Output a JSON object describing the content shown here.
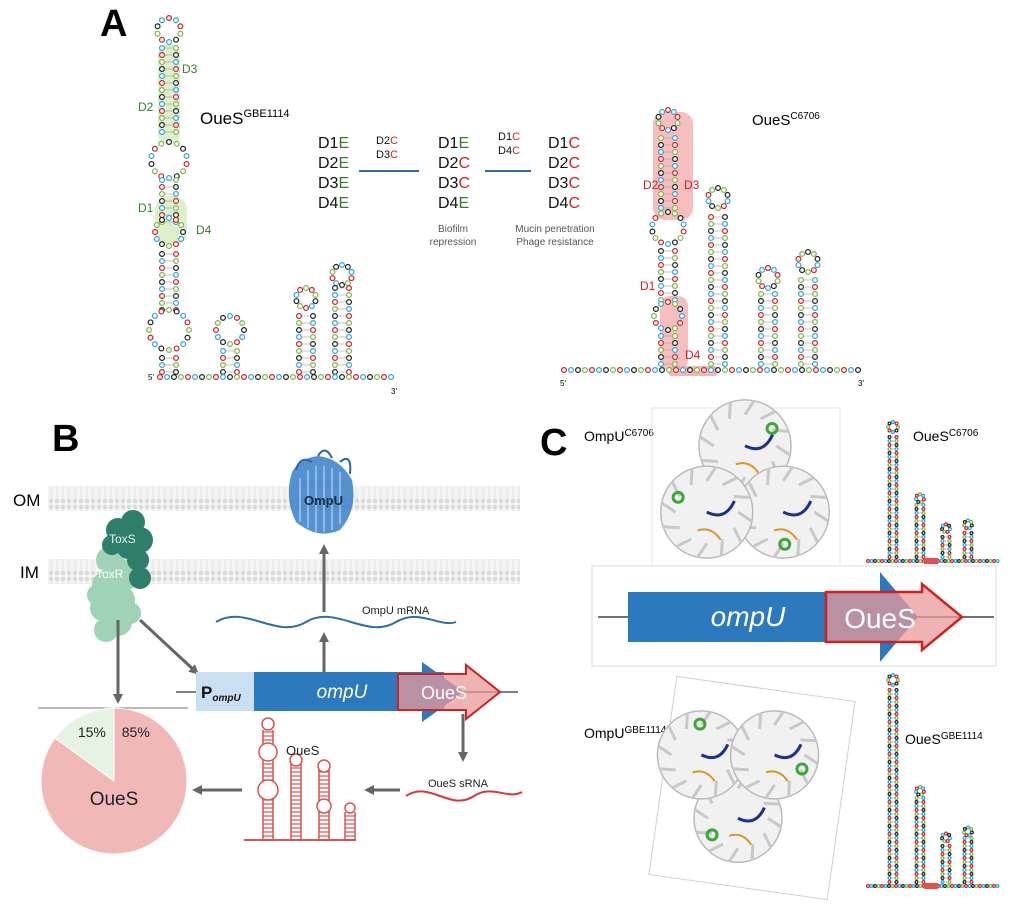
{
  "panels": {
    "a": {
      "letter": "A",
      "left_structure": {
        "name": "OueS",
        "strain": "GBE1114",
        "domain_labels": [
          "D3",
          "D2",
          "D1",
          "D4"
        ],
        "five_prime": "5'",
        "three_prime": "3'"
      },
      "right_structure": {
        "name": "OueS",
        "strain": "C6706",
        "domain_labels": [
          "D2",
          "D3",
          "D1",
          "D4"
        ],
        "five_prime": "5'",
        "three_prime": "3'"
      },
      "scheme": {
        "col1": [
          {
            "d": "D1",
            "v": "E"
          },
          {
            "d": "D2",
            "v": "E"
          },
          {
            "d": "D3",
            "v": "E"
          },
          {
            "d": "D4",
            "v": "E"
          }
        ],
        "swap1": [
          {
            "d": "D2",
            "v": "C"
          },
          {
            "d": "D3",
            "v": "C"
          }
        ],
        "col2": [
          {
            "d": "D1",
            "v": "E"
          },
          {
            "d": "D2",
            "v": "C"
          },
          {
            "d": "D3",
            "v": "C"
          },
          {
            "d": "D4",
            "v": "E"
          }
        ],
        "swap2": [
          {
            "d": "D1",
            "v": "C"
          },
          {
            "d": "D4",
            "v": "C"
          }
        ],
        "col3": [
          {
            "d": "D1",
            "v": "C"
          },
          {
            "d": "D2",
            "v": "C"
          },
          {
            "d": "D3",
            "v": "C"
          },
          {
            "d": "D4",
            "v": "C"
          }
        ],
        "phenotype1": [
          "Biofilm",
          "repression"
        ],
        "phenotype2": [
          "Mucin penetration",
          "Phage resistance"
        ]
      },
      "colors": {
        "E": "#3a7d2c",
        "C": "#d21f26",
        "arrow": "#2b6ea6"
      }
    },
    "b": {
      "letter": "B",
      "om": "OM",
      "im": "IM",
      "toxs": "ToxS",
      "toxr": "ToxR",
      "ompu_protein": "OmpU",
      "ompu_mrna": "OmpU mRNA",
      "promoter_p": "P",
      "promoter_sub": "ompU",
      "gene_ompu": "ompU",
      "gene_oues": "OueS",
      "oues_srna": "OueS sRNA",
      "oues_structure": "OueS",
      "pie": {
        "slices": [
          {
            "label": "15%",
            "value": 15,
            "color": "#e6f3e3"
          },
          {
            "label": "85%",
            "value": 85,
            "color": "#f1b8b8"
          }
        ],
        "center_label": "OueS"
      }
    },
    "c": {
      "letter": "C",
      "ompu_c6706": {
        "name": "OmpU",
        "strain": "C6706"
      },
      "oues_c6706": {
        "name": "OueS",
        "strain": "C6706"
      },
      "ompu_gbe1114": {
        "name": "OmpU",
        "strain": "GBE1114"
      },
      "oues_gbe1114": {
        "name": "OueS",
        "strain": "GBE1114"
      },
      "gene_ompu": "ompU",
      "gene_oues": "OueS"
    }
  }
}
